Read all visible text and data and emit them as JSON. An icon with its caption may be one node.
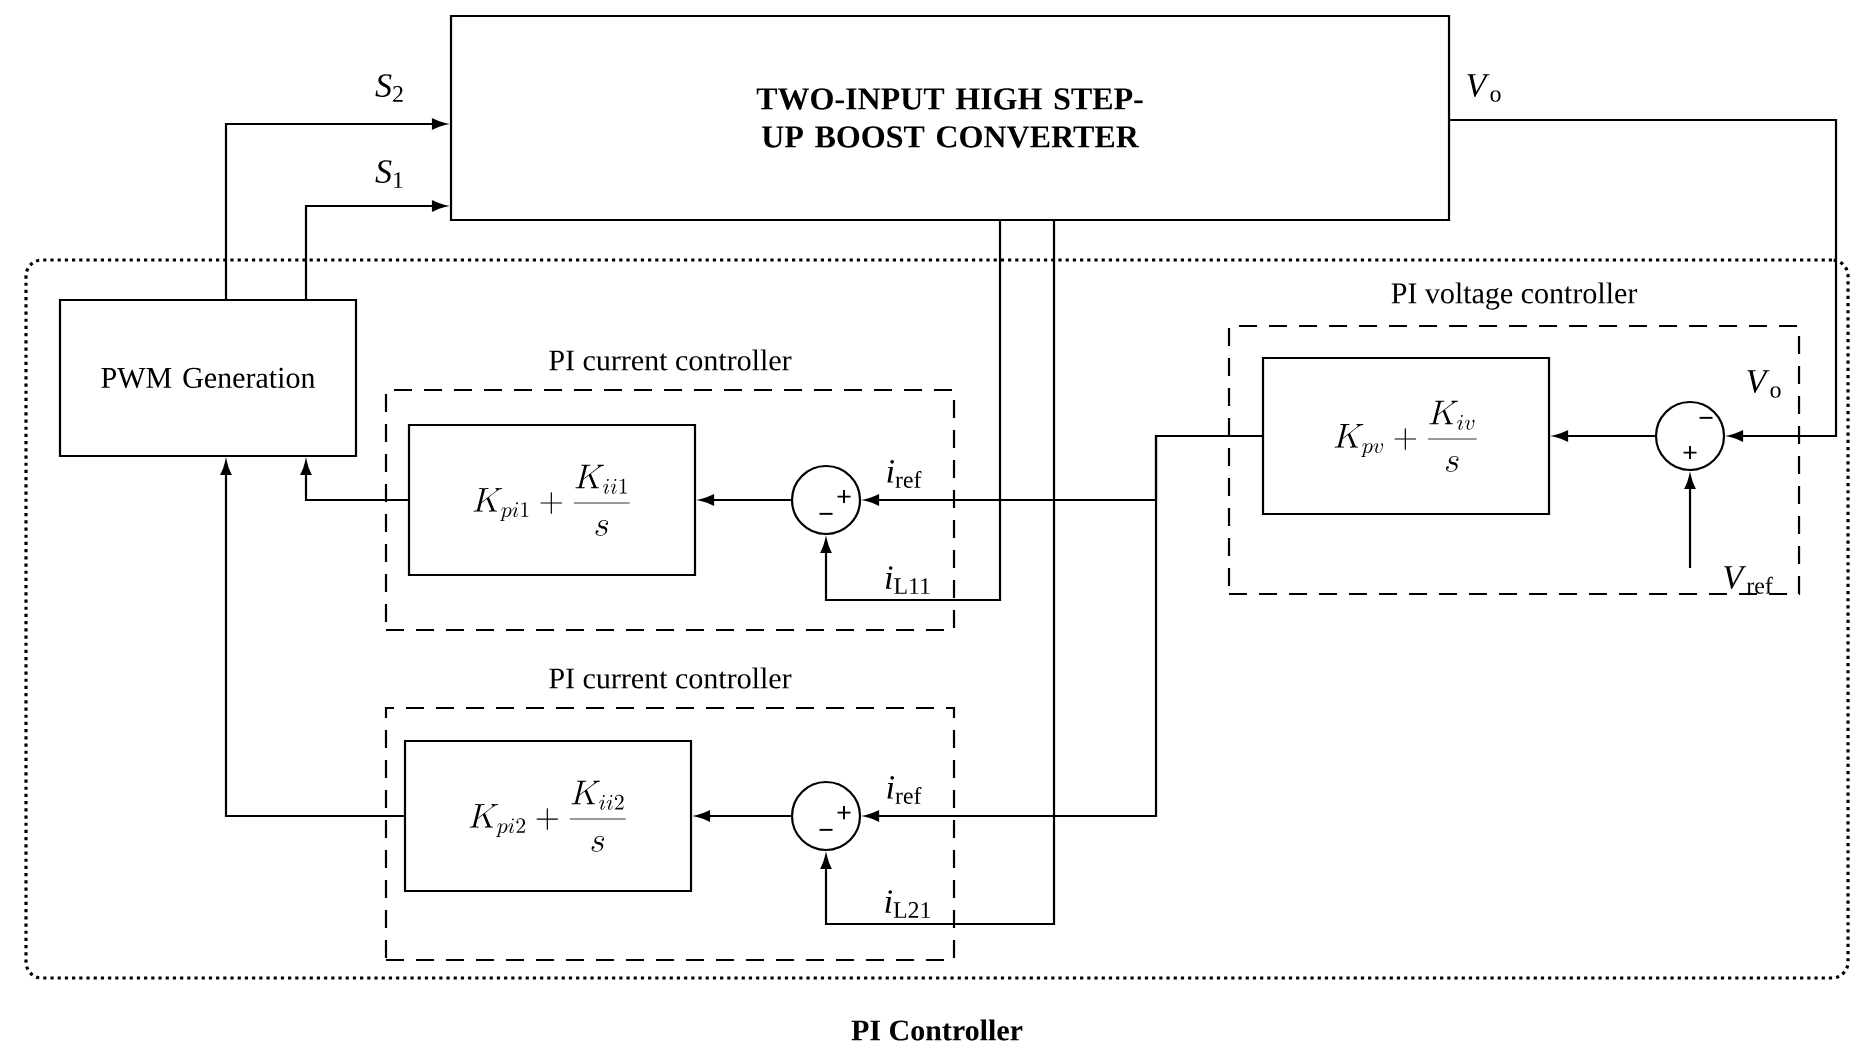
{
  "diagram": {
    "nodes": [
      {
        "text": [
          "TWO-INPUT HIGH STEP-UP BOOST CONVERTER"
        ]
      },
      {
        "text": [
          "PI Controller"
        ]
      },
      {
        "text": [
          "PWM Generation"
        ],
        "in": 1
      },
      {
        "text": [
          "PI current controller"
        ],
        "in": 1
      },
      {
        "text": [
          "K_{pi1} + \\frac{K_{ii1}}{s}"
        ],
        "in": 3
      },
      {
        "text": [
          "+",
          "−"
        ],
        "in": 3
      },
      {
        "text": [
          "PI voltage controller"
        ],
        "in": 1
      },
      {
        "text": [
          "K_{pv} + \\frac{K_{iv}}{s}"
        ],
        "in": 6
      },
      {
        "text": [
          "−",
          "+"
        ],
        "in": 6
      },
      {
        "text": [
          "PI current controller"
        ],
        "in": 1
      },
      {
        "text": [
          "K_{pi2} + \\frac{K_{ii2}}{s}"
        ],
        "in": 9
      },
      {
        "text": [
          "+",
          "−"
        ],
        "in": 9
      }
    ],
    "edges": [
      {
        "from": 2,
        "to": 0,
        "arrow": "to",
        "label": "*S*$_{2}$"
      },
      {
        "from": 2,
        "to": 0,
        "arrow": "to",
        "label": "*S*$_{1}$"
      },
      {
        "from": 0,
        "to": 8,
        "arrow": "to",
        "label": "*V*$_{o}$"
      },
      {
        "from": null,
        "to": 8,
        "arrow": "to",
        "label": "*V*$_{ref}$"
      },
      {
        "from": 8,
        "to": 7,
        "arrow": "to"
      },
      {
        "from": 7,
        "to": 5,
        "arrow": "to",
        "label": "*i*$_{ref}$"
      },
      {
        "from": 7,
        "to": 11,
        "arrow": "to",
        "label": "*i*$_{ref}$"
      },
      {
        "from": 0,
        "to": 5,
        "arrow": "to",
        "label": "*i*$_{L11}$"
      },
      {
        "from": 0,
        "to": 11,
        "arrow": "to",
        "label": "*i*$_{L21}$"
      },
      {
        "from": 5,
        "to": 4,
        "arrow": "to"
      },
      {
        "from": 4,
        "to": 2,
        "arrow": "to"
      },
      {
        "from": 11,
        "to": 10,
        "arrow": "to"
      },
      {
        "from": 10,
        "to": 2,
        "arrow": "to"
      }
    ],
    "labels": [
      "*V*$_{o}$"
    ]
  }
}
